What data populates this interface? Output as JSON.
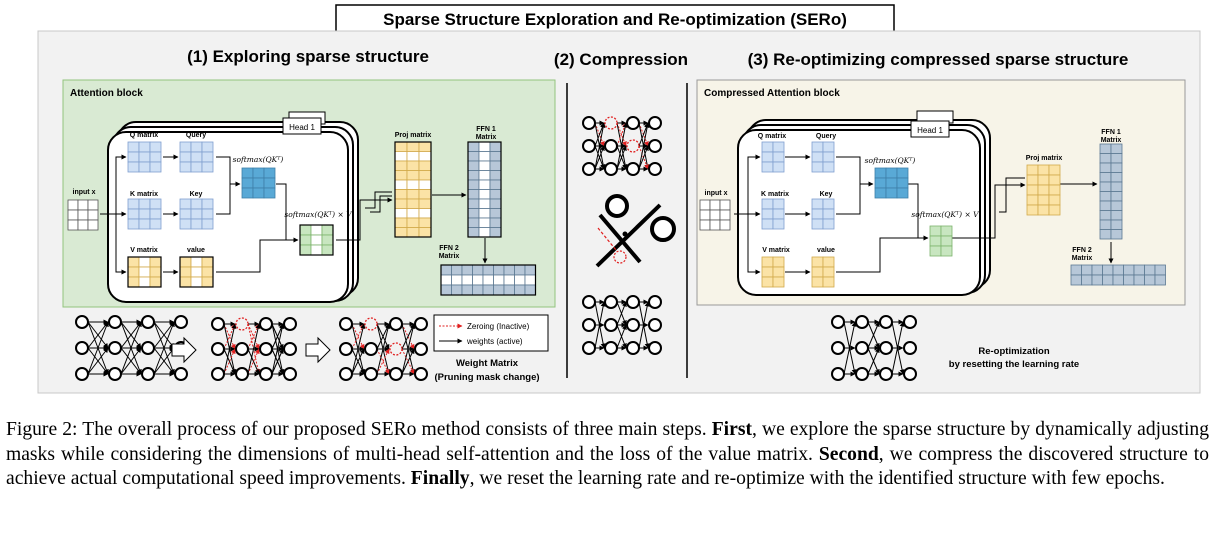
{
  "title": "Sparse Structure Exploration and Re-optimization (SERo)",
  "sections": {
    "exploring": "(1) Exploring sparse structure",
    "compression": "(2) Compression",
    "reoptimizing": "(3) Re-optimizing compressed sparse structure"
  },
  "blocks": {
    "attention": "Attention block",
    "compressed": "Compressed Attention block"
  },
  "labels": {
    "head": "Head 1",
    "q_matrix": "Q matrix",
    "query": "Query",
    "k_matrix": "K matrix",
    "key": "Key",
    "v_matrix": "V matrix",
    "value": "value",
    "input": "input x",
    "proj": "Proj matrix",
    "ffn1_a": "FFN 1",
    "ffn1_b": "Matrix",
    "ffn2_a": "FFN 2",
    "ffn2_b": "Matrix",
    "softmax_qk": "softmax(QKᵀ)",
    "softmax_qkv": "softmax(QKᵀ) × V"
  },
  "legend": {
    "zeroing": "Zeroing (Inactive)",
    "weights": "weights (active)",
    "weight_matrix": "Weight Matrix",
    "mask_change": "(Pruning mask change)"
  },
  "reopt": {
    "line1": "Re-optimization",
    "line2": "by resetting the learning rate"
  },
  "caption": {
    "prefix": "Figure 2: The overall process of our proposed SERo method consists of three main steps. ",
    "first": "First",
    "part1": ", we explore the sparse structure by dynamically adjusting masks while considering the dimensions of multi-head self-attention and the loss of the value matrix. ",
    "second": "Second",
    "part2": ", we compress the discovered structure to achieve actual computational speed improvements. ",
    "finally": "Finally",
    "part3": ", we reset the learning rate and re-optimize with the identified structure with few epochs."
  },
  "colors": {
    "panel_bg": "#f2f2f2",
    "attention_bg": "#d9ead3",
    "compressed_bg": "#f7f4e8",
    "blue_cell": "#cfe0f5",
    "blue_stroke": "#7f9fcf",
    "teal_cell": "#59a9d6",
    "green_cell": "#c8e6c0",
    "yellow_cell": "#fbe3a6",
    "steel_cell": "#b7c7d8",
    "zeroing": "#e02020"
  }
}
